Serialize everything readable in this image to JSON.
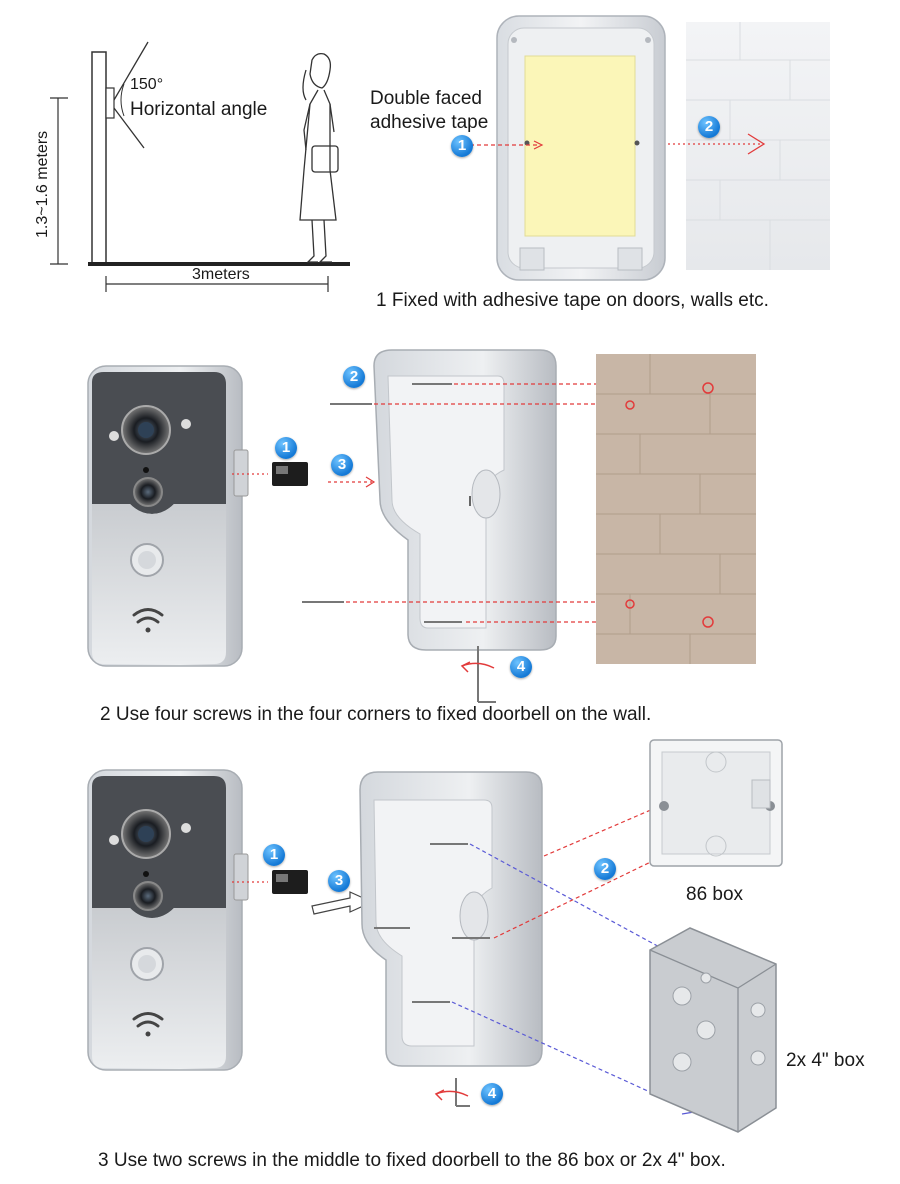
{
  "section1": {
    "angle_value": "150°",
    "angle_label": "Horizontal angle",
    "height_label": "1.3~1.6 meters",
    "distance_label": "3meters",
    "tape_label_line1": "Double faced",
    "tape_label_line2": "adhesive tape",
    "step1": "1",
    "step2": "2",
    "caption": "1 Fixed with adhesive tape on doors, walls etc."
  },
  "section2": {
    "step1": "1",
    "step2": "2",
    "step3": "3",
    "step4": "4",
    "caption": "2  Use four screws in the four corners to fixed doorbell on the wall."
  },
  "section3": {
    "step1": "1",
    "step2": "2",
    "step3": "3",
    "step4": "4",
    "box86_label": "86 box",
    "box2x4_label": "2x 4\" box",
    "caption": "3 Use two screws in the middle to fixed doorbell to the 86 box or 2x 4\" box."
  },
  "colors": {
    "badge": "#1479d6",
    "arrow_red": "#e23b3b",
    "arrow_blue": "#5a5ad6",
    "tape": "#fbf6b8"
  }
}
